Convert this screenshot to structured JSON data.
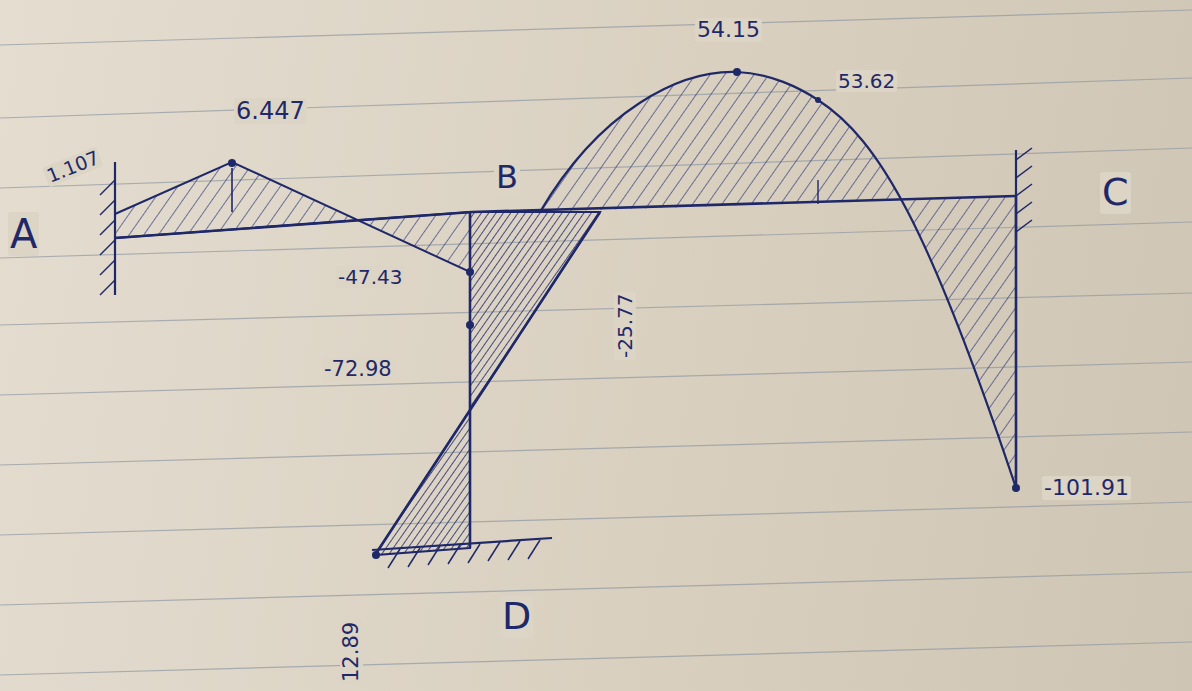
{
  "diagram": {
    "labels": [
      "A",
      "1.107",
      "6.447",
      "B",
      "-47.43",
      "-72.98",
      "-25.77",
      "54.15",
      "53.62",
      "C",
      "-101.91",
      "D",
      "12.89"
    ]
  }
}
